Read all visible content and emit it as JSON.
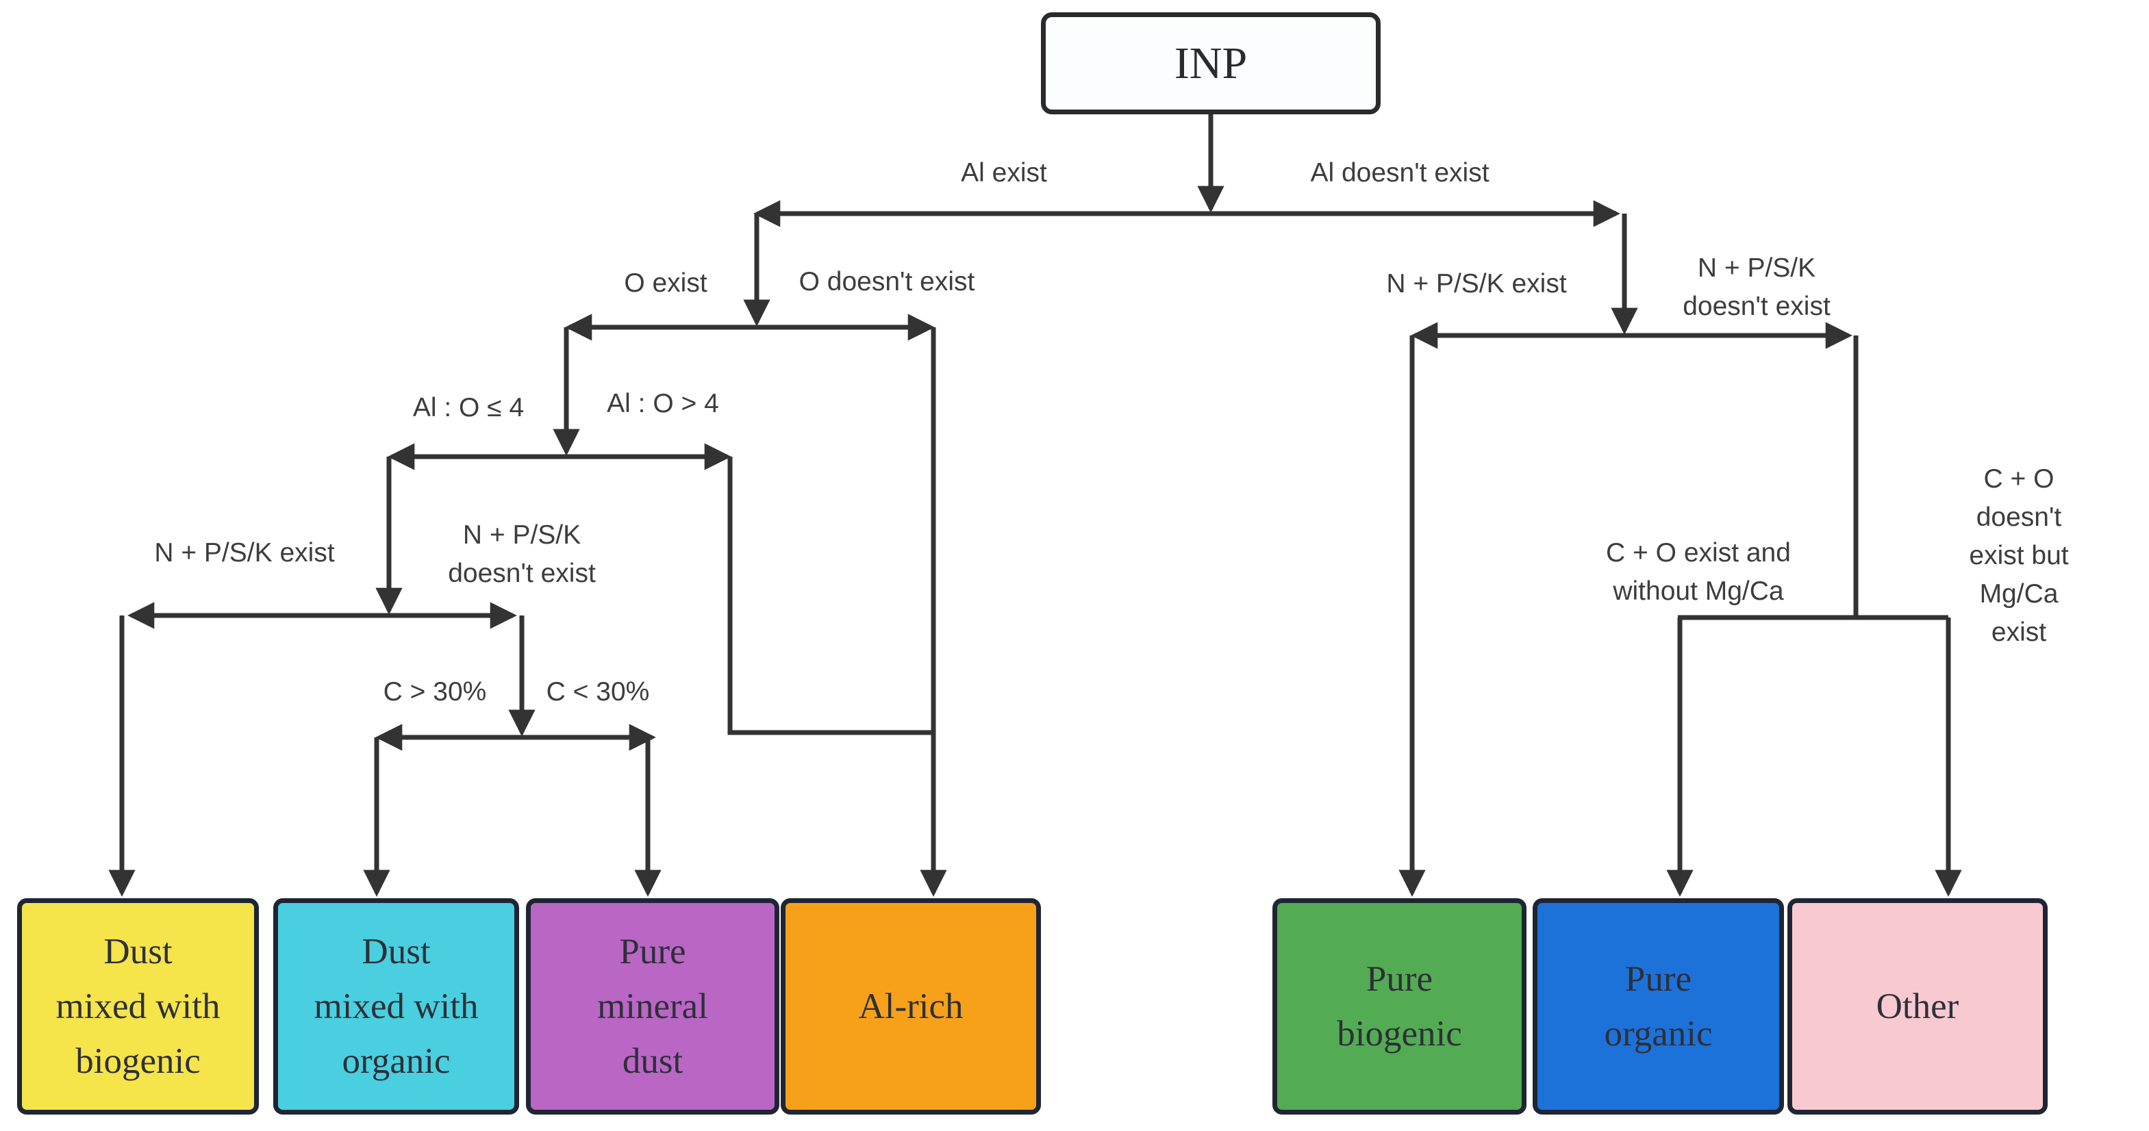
{
  "root": {
    "label": "INP"
  },
  "edge_labels": [
    {
      "id": "al-exist",
      "text": "Al exist"
    },
    {
      "id": "al-doesnt-exist",
      "text": "Al doesn't exist"
    },
    {
      "id": "o-exist",
      "text": "O exist"
    },
    {
      "id": "o-doesnt-exist",
      "text": "O doesn't exist"
    },
    {
      "id": "al-o-le-4",
      "text": "Al : O ≤ 4"
    },
    {
      "id": "al-o-gt-4",
      "text": "Al : O > 4"
    },
    {
      "id": "npsk-exist-left",
      "text": "N + P/S/K exist"
    },
    {
      "id": "npsk-doesnt-exist-left",
      "text": "N + P/S/K\ndoesn't exist"
    },
    {
      "id": "c-gt-30",
      "text": "C > 30%"
    },
    {
      "id": "c-lt-30",
      "text": "C < 30%"
    },
    {
      "id": "npsk-exist-right",
      "text": "N + P/S/K exist"
    },
    {
      "id": "npsk-doesnt-exist-right",
      "text": "N + P/S/K\ndoesn't exist"
    },
    {
      "id": "co-exist-without-mgca",
      "text": "C + O exist and\nwithout Mg/Ca"
    },
    {
      "id": "co-doesnt-exist-mgca-exist",
      "text": "C + O doesn't\nexist but Mg/Ca\nexist"
    }
  ],
  "leaves": [
    {
      "id": "dust-mixed-with-biogenic",
      "text": "Dust\nmixed with\nbiogenic",
      "color": "#F5E44A"
    },
    {
      "id": "dust-mixed-with-organic",
      "text": "Dust\nmixed with\norganic",
      "color": "#49CFDF"
    },
    {
      "id": "pure-mineral-dust",
      "text": "Pure\nmineral\ndust",
      "color": "#B966C5"
    },
    {
      "id": "al-rich",
      "text": "Al-rich",
      "color": "#F7A11A"
    },
    {
      "id": "pure-biogenic",
      "text": "Pure\nbiogenic",
      "color": "#53AC53"
    },
    {
      "id": "pure-organic",
      "text": "Pure\norganic",
      "color": "#1D72D9"
    },
    {
      "id": "other",
      "text": "Other",
      "color": "#F8C9D0"
    }
  ],
  "colors": {
    "line": "#333333",
    "box_border": "#1F2533",
    "label_text": "#3D3D3D",
    "leaf_text": "#2E3038",
    "root_fill": "#FBFDFF",
    "root_border": "#2B2B2B",
    "background": "#FFFFFF"
  }
}
